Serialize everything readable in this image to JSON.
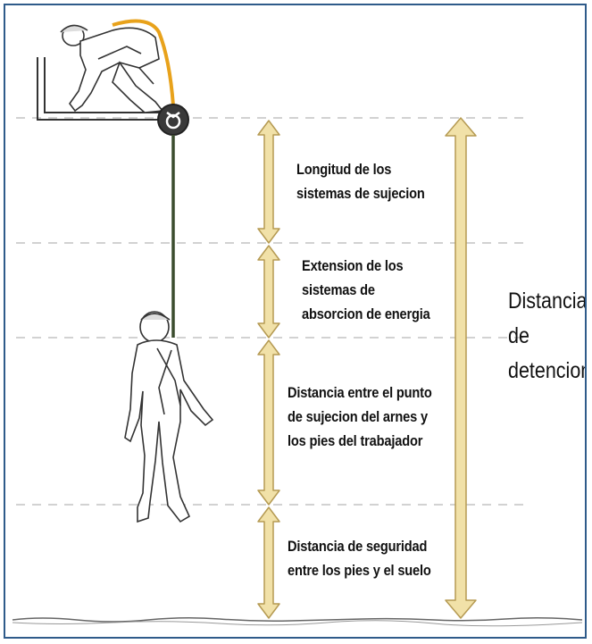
{
  "labels": {
    "segment1": "Longitud de los\nsistemas de sujecion",
    "segment2": "Extension de los\nsistemas de\nabsorcion de energia",
    "segment3": "Distancia entre el punto\nde sujecion del arnes y\nlos pies del trabajador",
    "segment4": "Distancia de seguridad\nentre los pies y el suelo",
    "total": "Distancia\nde\ndetencion"
  },
  "colors": {
    "frame": "#2f5b8a",
    "arrow_fill": "#f1e1a8",
    "arrow_stroke": "#b59a52",
    "lanyard": "#e8a21b",
    "dashed_line": "#b8b8b8",
    "anchor": "#3a3a3a"
  }
}
